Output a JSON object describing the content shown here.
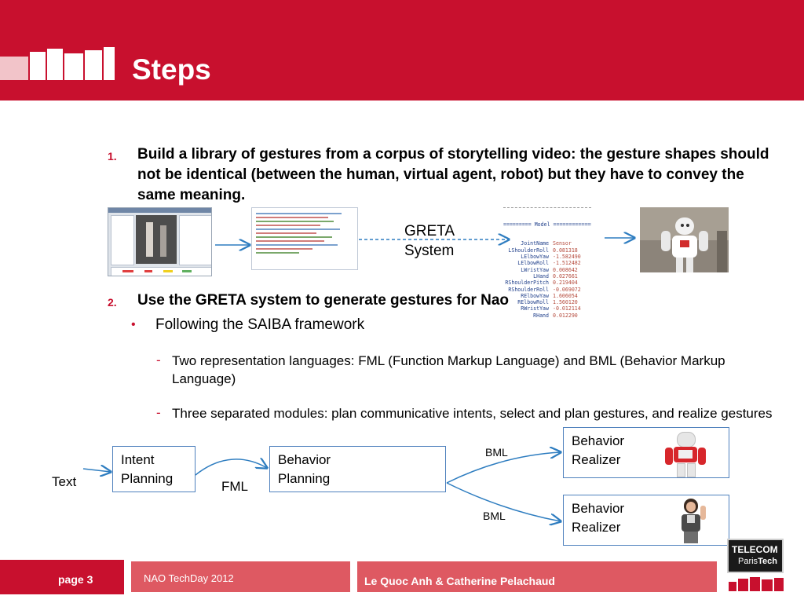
{
  "header": {
    "title": "Steps",
    "logo_name": "institut-mines-telecom-logo"
  },
  "steps": [
    {
      "number": "1.",
      "text": "Build a library of gestures from a corpus of storytelling video: the gesture shapes should not be identical (between the human, virtual agent, robot) but they have to convey the same meaning."
    },
    {
      "number": "2.",
      "text": "Use the GRETA system to generate gestures for Nao",
      "bullets": [
        {
          "text": "Following the SAIBA framework",
          "subitems": [
            "Two representation languages: FML (Function Markup Language) and BML (Behavior Markup Language)",
            "Three separated modules: plan communicative intents, select and plan gestures, and realize gestures"
          ]
        }
      ]
    }
  ],
  "pipeline": {
    "greta_label": "GRETA System",
    "joint_table": {
      "header": "========= Model ================",
      "columns": [
        "JointName",
        "Sensor"
      ],
      "rows": [
        [
          "LShoulderRoll",
          "0.081318"
        ],
        [
          "LElbowYaw",
          "-1.582490"
        ],
        [
          "LElbowRoll",
          "-1.512482"
        ],
        [
          "LWristYaw",
          "0.008642"
        ],
        [
          "LHand",
          "0.027661"
        ],
        [
          "RShoulderPitch",
          "0.219404"
        ],
        [
          "RShoulderRoll",
          "-0.069072"
        ],
        [
          "RElbowYaw",
          "1.606054"
        ],
        [
          "RElbowRoll",
          "1.560120"
        ],
        [
          "RWristYaw",
          "-0.012114"
        ],
        [
          "RHand",
          "0.012290"
        ]
      ]
    }
  },
  "saiba": {
    "text_label": "Text",
    "intent_planning": "Intent Planning",
    "fml_label": "FML",
    "behavior_planning": "Behavior Planning",
    "bml_label_top": "BML",
    "bml_label_bottom": "BML",
    "realizer_top": "Behavior Realizer",
    "realizer_bottom": "Behavior Realizer"
  },
  "footer": {
    "page": "page 3",
    "event": "NAO TechDay 2012",
    "authors": "Le Quoc Anh & Catherine Pelachaud",
    "logo_line1": "TELECOM",
    "logo_line2_a": "Paris",
    "logo_line2_b": "Tech"
  },
  "colors": {
    "brand_red": "#c8102e",
    "footer_pink": "#de5962",
    "connector_blue": "#4f81bd",
    "arrow_blue": "#2e7dc0"
  }
}
